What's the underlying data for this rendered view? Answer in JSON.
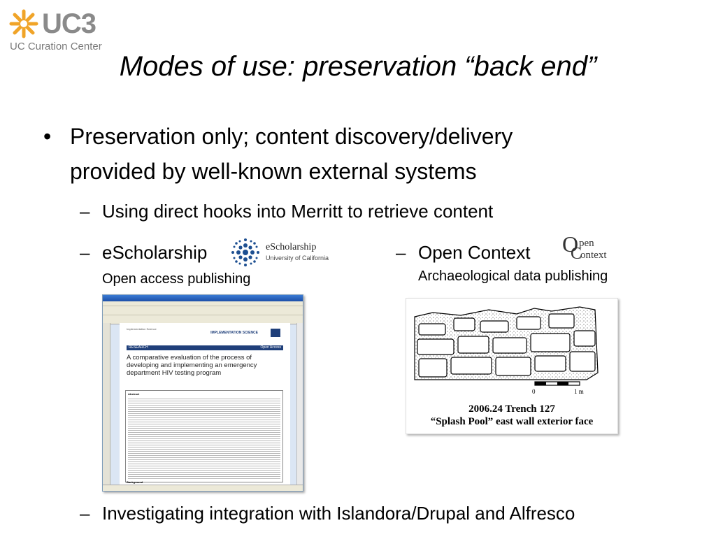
{
  "logo": {
    "name": "UC3",
    "subtitle": "UC Curation Center"
  },
  "slide": {
    "title": "Modes of use: preservation “back end”",
    "bullet": "Preservation only; content discovery/delivery provided by well-known external systems",
    "sub1": "Using direct hooks into Merritt to retrieve content",
    "escholarship": {
      "label": "eScholarship",
      "logo_title": "eScholarship",
      "logo_sub": "University of California",
      "caption": "Open access publishing"
    },
    "opencontext": {
      "label": "Open Context",
      "logo_line1": "pen",
      "logo_line2": "ontext",
      "caption": "Archaeological data publishing"
    },
    "sub_last": "Investigating integration with Islandora/Drupal and Alfresco"
  },
  "pdf_screenshot": {
    "research_label": "RESEARCH",
    "open_access_label": "Open Access",
    "journal_logo": "IMPLEMENTATION SCIENCE",
    "paper_title": "A comparative evaluation of the process of developing and implementing an emergency department HIV testing program",
    "abstract_heading": "Abstract",
    "background_heading": "Background"
  },
  "figure": {
    "scale_0": "0",
    "scale_1": "1 m",
    "caption1": "2006.24 Trench 127",
    "caption2": "“Splash Pool” east wall exterior face"
  }
}
